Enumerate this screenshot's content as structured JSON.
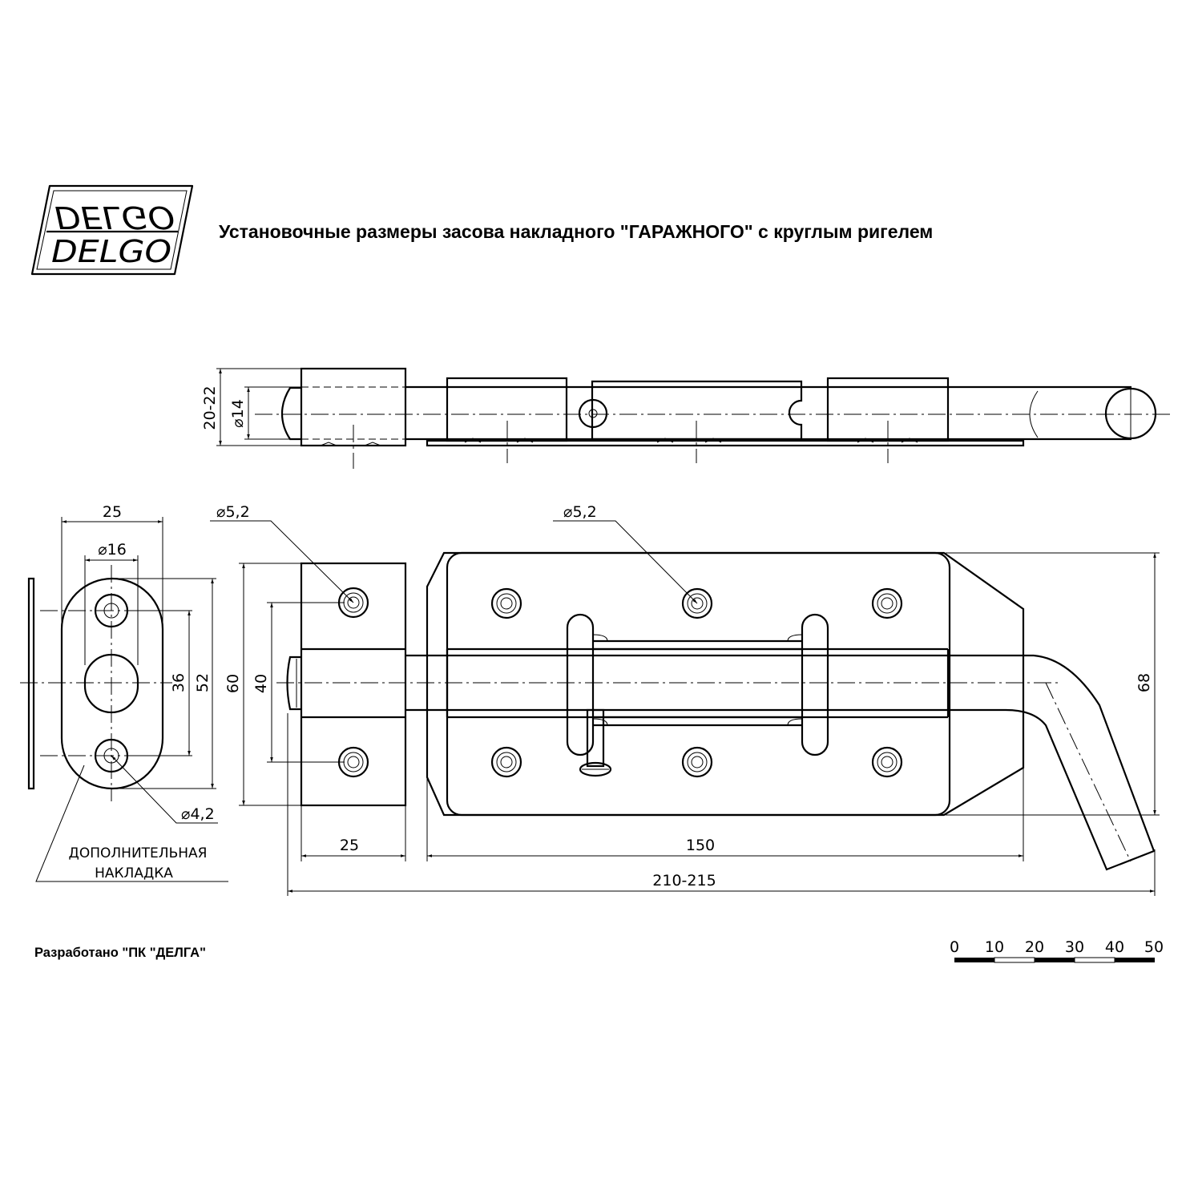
{
  "header": {
    "title": "Установочные размеры засова накладного \"ГАРАЖНОГО\" с круглым ригелем",
    "logo_text_top": "DELGO",
    "logo_text_bottom": "DELGO"
  },
  "top_view": {
    "dim_height": "20-22",
    "dim_rod": "⌀14"
  },
  "side_plate": {
    "dim_width": "25",
    "dim_hole_span": "⌀16",
    "dim_36": "36",
    "dim_52": "52",
    "dim_hole": "⌀4,2",
    "caption_line1": "ДОПОЛНИТЕЛЬНАЯ",
    "caption_line2": "НАКЛАДКА"
  },
  "front_view": {
    "dim_hole_left": "⌀5,2",
    "dim_hole_right": "⌀5,2",
    "dim_60": "60",
    "dim_40": "40",
    "dim_68": "68",
    "dim_25": "25",
    "dim_150": "150",
    "dim_total": "210-215"
  },
  "scale_bar": {
    "ticks": [
      "0",
      "10",
      "20",
      "30",
      "40",
      "50"
    ]
  },
  "footer": {
    "credit": "Разработано \"ПК \"ДЕЛГА\""
  }
}
